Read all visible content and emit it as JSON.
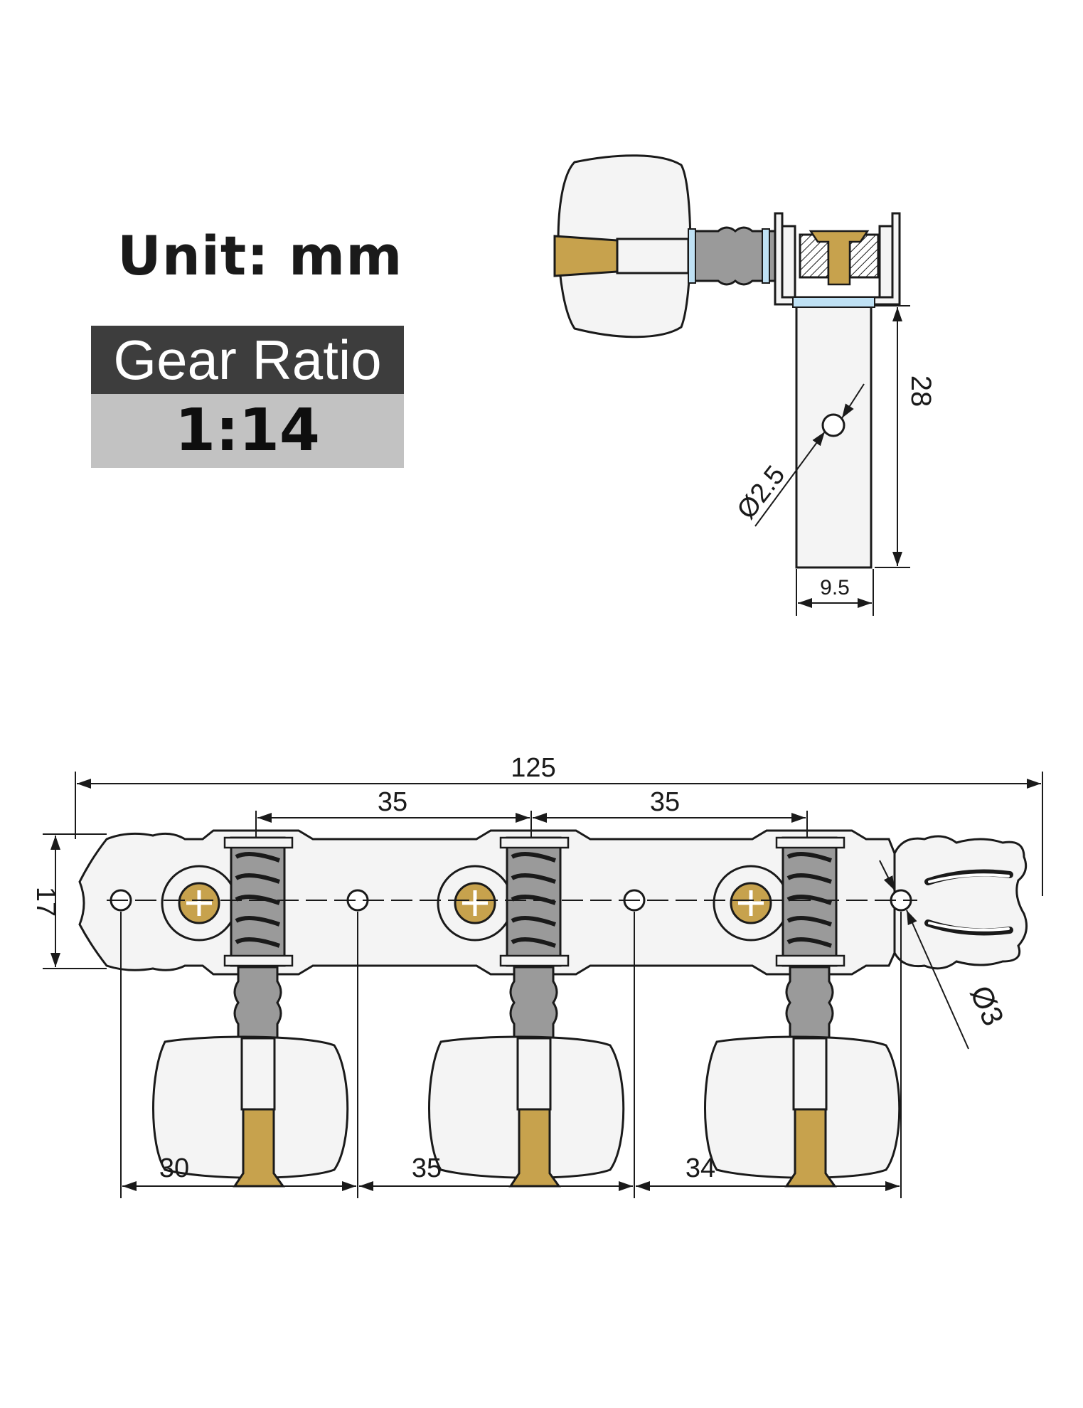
{
  "unit_label": "Unit: mm",
  "gear_ratio": {
    "header": "Gear Ratio",
    "value": "1:14"
  },
  "side_view": {
    "height": "28",
    "width": "9.5",
    "hole_diameter": "Ø2.5"
  },
  "front_view": {
    "overall_length": "125",
    "post_spacing_1": "35",
    "post_spacing_2": "35",
    "plate_height": "17",
    "mount_hole_diameter": "Ø3",
    "hole_spacing_1": "30",
    "hole_spacing_2": "35",
    "hole_spacing_3": "34"
  },
  "colors": {
    "line": "#1a1a1a",
    "brass": "#c7a24d",
    "knob": "#f4f4f4",
    "metal": "#9a9a9a",
    "bushing": "#bfe1f4"
  }
}
